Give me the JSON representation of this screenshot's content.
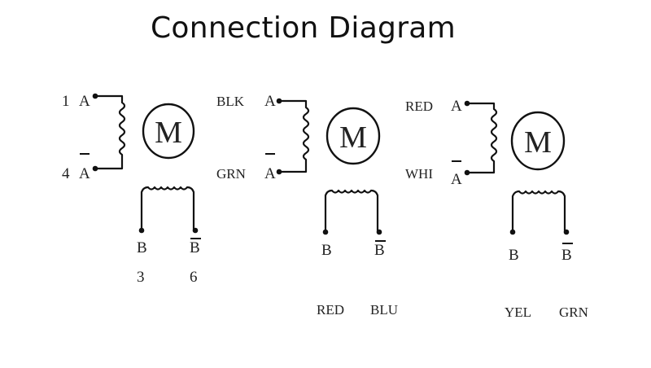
{
  "title": "Connection Diagram",
  "motor_label": "M",
  "pins": {
    "a": "A",
    "b": "B"
  },
  "diagram1": {
    "pin_a_num": "1",
    "pin_abar_num": "4",
    "pin_b_num": "3",
    "pin_bbar_num": "6"
  },
  "diagram2": {
    "a_color": "BLK",
    "abar_color": "GRN",
    "b_color": "RED",
    "bbar_color": "BLU"
  },
  "diagram3": {
    "a_color": "RED",
    "abar_color": "WHI",
    "b_color": "YEL",
    "bbar_color": "GRN"
  }
}
